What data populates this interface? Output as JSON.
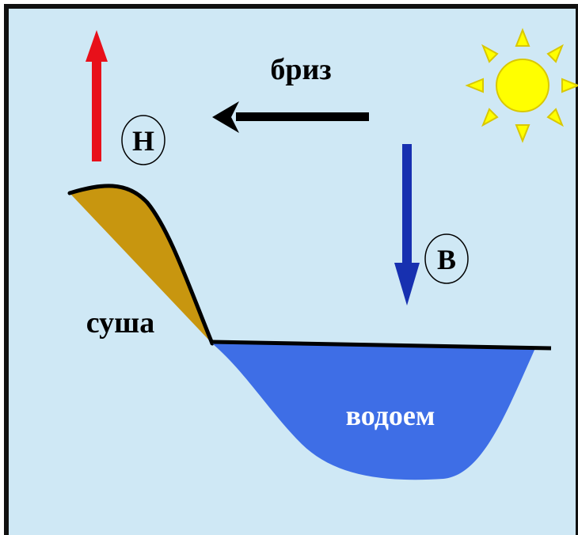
{
  "labels": {
    "breeze": "бриз",
    "low_pressure": "Н",
    "high_pressure": "В",
    "land": "суша",
    "water": "водоем"
  },
  "colors": {
    "sky": "#cfe8f5",
    "frame": "#111111",
    "sun_fill": "#ffff00",
    "sun_stroke": "#d9c800",
    "land_fill": "#c8960f",
    "water_fill": "#3e6ee6",
    "rising_air_arrow": "#e8101a",
    "breeze_arrow": "#000000",
    "sinking_air_arrow": "#1730b0",
    "water_label": "#ffffff",
    "text": "#000000"
  },
  "icons": {
    "sun": "sun-icon",
    "up_arrow": "arrow-up-icon",
    "left_arrow": "arrow-left-icon",
    "down_arrow": "arrow-down-icon"
  }
}
